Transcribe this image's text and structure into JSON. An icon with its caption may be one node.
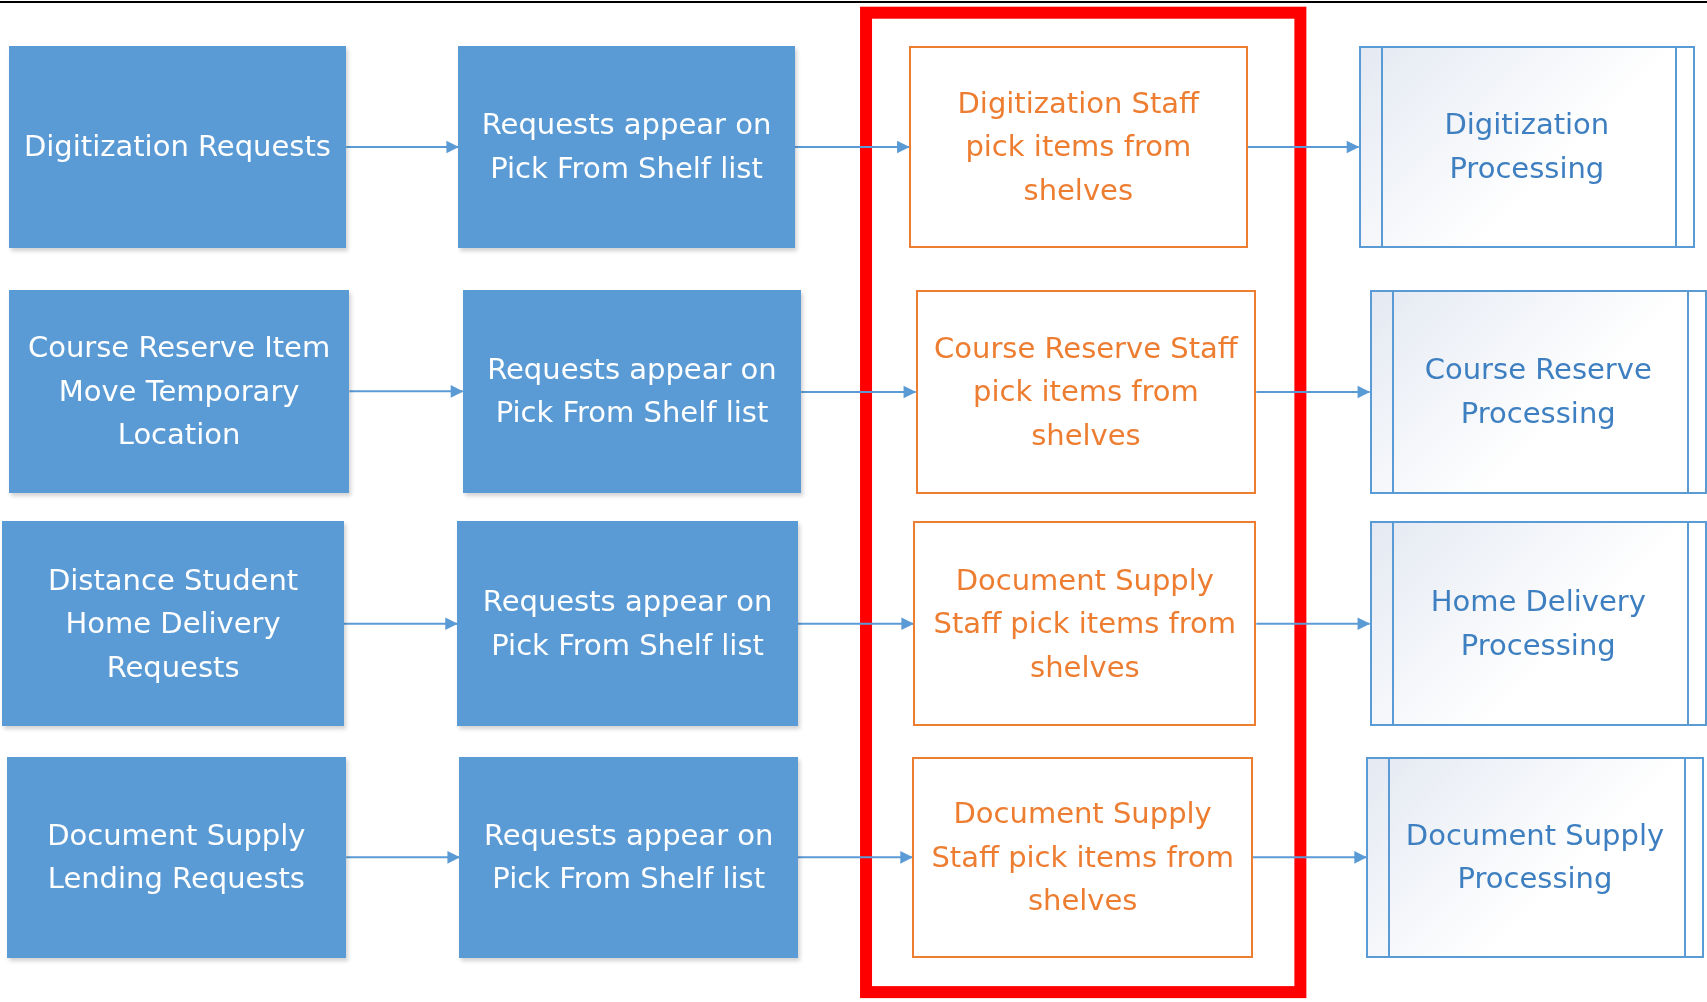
{
  "diagram": {
    "nodes": [
      {
        "text": [
          "Digitization Requests"
        ]
      },
      {
        "text": [
          "Requests appear on Pick From Shelf list"
        ]
      },
      {
        "text": [
          "Digitization Staff pick items from shelves"
        ]
      },
      {
        "text": [
          "Digitization Processing"
        ]
      },
      {
        "text": [
          "Course Reserve Item Move Temporary Location"
        ]
      },
      {
        "text": [
          "Requests appear on Pick From Shelf list"
        ]
      },
      {
        "text": [
          "Course Reserve Staff pick items from shelves"
        ]
      },
      {
        "text": [
          "Course Reserve Processing"
        ]
      },
      {
        "text": [
          "Distance Student Home Delivery Requests"
        ]
      },
      {
        "text": [
          "Requests appear on Pick From Shelf list"
        ]
      },
      {
        "text": [
          "Document Supply Staff pick items from shelves"
        ]
      },
      {
        "text": [
          "Home Delivery Processing"
        ]
      },
      {
        "text": [
          "Document Supply Lending Requests"
        ]
      },
      {
        "text": [
          "Requests appear on Pick From Shelf list"
        ]
      },
      {
        "text": [
          "Document Supply Staff pick items from shelves"
        ]
      },
      {
        "text": [
          "Document Supply Processing"
        ]
      }
    ],
    "edges": [
      {
        "from": 0,
        "to": 1,
        "arrow": "to"
      },
      {
        "from": 1,
        "to": 2,
        "arrow": "to"
      },
      {
        "from": 2,
        "to": 3,
        "arrow": "to"
      },
      {
        "from": 4,
        "to": 5,
        "arrow": "to"
      },
      {
        "from": 5,
        "to": 6,
        "arrow": "to"
      },
      {
        "from": 6,
        "to": 7,
        "arrow": "to"
      },
      {
        "from": 8,
        "to": 9,
        "arrow": "to"
      },
      {
        "from": 9,
        "to": 10,
        "arrow": "to"
      },
      {
        "from": 10,
        "to": 11,
        "arrow": "to"
      },
      {
        "from": 12,
        "to": 13,
        "arrow": "to"
      },
      {
        "from": 13,
        "to": 14,
        "arrow": "to"
      },
      {
        "from": 14,
        "to": 15,
        "arrow": "to"
      }
    ]
  }
}
